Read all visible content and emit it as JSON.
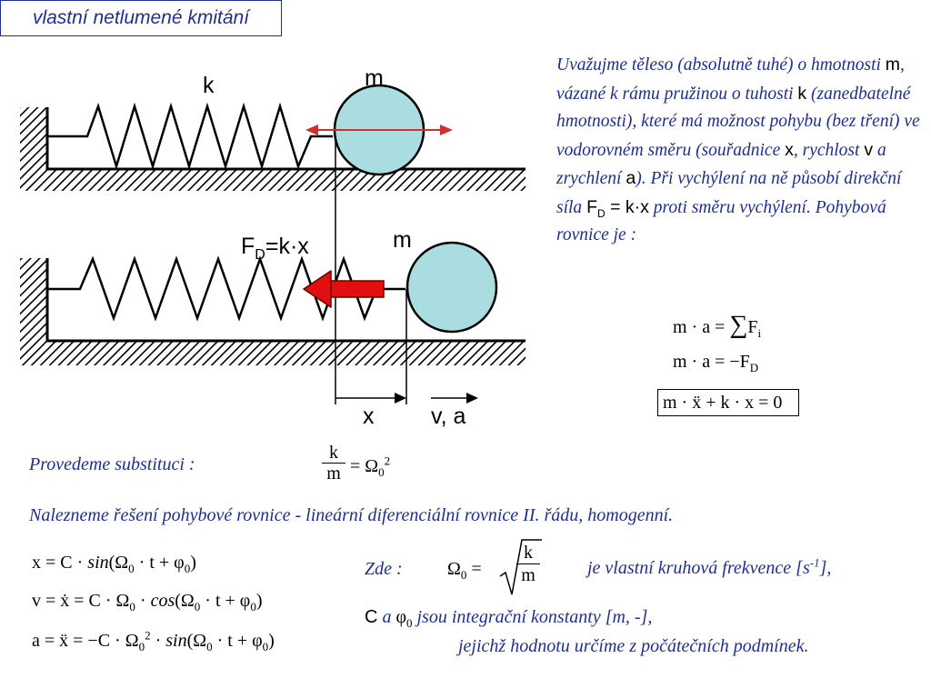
{
  "title": "vlastní netlumené kmitání",
  "diagram": {
    "label_k": "k",
    "label_m_top": "m",
    "label_m_bottom": "m",
    "force_F": "F",
    "force_sub": "D",
    "force_rest": "=k·x",
    "label_x": "x",
    "label_va": "v, a",
    "colors": {
      "mass": "#a9dde0",
      "arrow": "#e01010",
      "motion_arrow": "#d03030",
      "hatch": "#000000"
    }
  },
  "description": {
    "p1": "Uvažujme těleso (absolutně tuhé) o hmotnosti",
    "m": "m",
    "p2": ", vázané k rámu pružinou o tuhosti",
    "k": "k",
    "p3": "(zanedbatelné hmotnosti), které má možnost pohybu (bez tření) ve vodorovném směru (souřadnice",
    "x": "x",
    "p4": ", rychlost",
    "v": "v",
    "p5": "a zrychlení",
    "a": "a",
    "p6": "). Při vychýlení na ně působí direkční síla",
    "fd_F": "F",
    "fd_sub": "D",
    "fd_rest": " = k·x",
    "p7": "proti směru vychýlení. Pohybová rovnice je :"
  },
  "equations": {
    "eq1_left": "m · a = ",
    "eq1_sum": "∑",
    "eq1_F": "F",
    "eq1_sub": "i",
    "eq2_left": "m · a = −F",
    "eq2_sub": "D",
    "eq3": "m · ẍ + k · x = 0"
  },
  "substitution": {
    "label": "Provedeme substituci :",
    "num": "k",
    "den": "m",
    "rhs": "= Ω",
    "rhs_sub": "0",
    "rhs_sup": "2"
  },
  "solution_label": "Nalezneme řešení pohybové rovnice - lineární diferenciální rovnice II. řádu, homogenní.",
  "solutions": {
    "s1_a": "x = C · ",
    "s1_fn": "sin",
    "s1_b": "(Ω",
    "s1_c": " · t + φ",
    "s1_d": ")",
    "s2_a": "v = ẋ = C · Ω",
    "s2_b": " · ",
    "s2_fn": "cos",
    "s2_c": "(Ω",
    "s2_d": " · t + φ",
    "s2_e": ")",
    "s3_a": "a = ẍ = −C · Ω",
    "s3_b": " · ",
    "s3_fn": "sin",
    "s3_c": "(Ω",
    "s3_d": " · t + φ",
    "s3_e": ")",
    "sub0": "0",
    "sup2": "2"
  },
  "omega": {
    "zde": "Zde :",
    "lhs": "Ω",
    "lhs_sub": "0",
    "eq": " = ",
    "num": "k",
    "den": "m",
    "text_a": "je vlastní kruhová frekvence [s",
    "text_sup": "-1",
    "text_b": "],"
  },
  "constants": {
    "C": "C",
    "a": "a",
    "phi": "φ",
    "phi_sub": "0",
    "text": "jsou integrační konstanty [m, -],",
    "line2": "jejichž hodnotu určíme z počátečních podmínek."
  }
}
